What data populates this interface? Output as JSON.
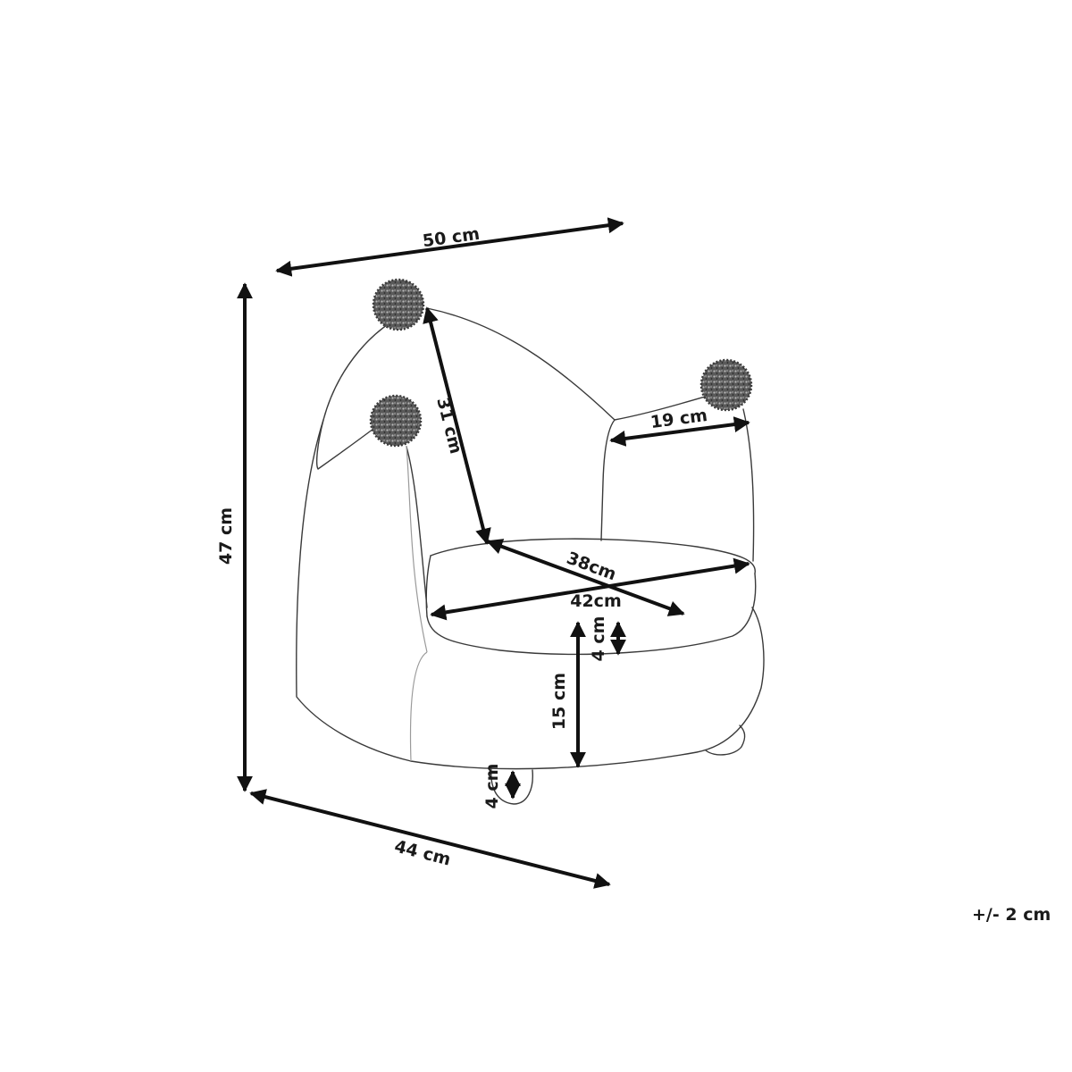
{
  "dimensions": {
    "width_top": "50 cm",
    "height_total": "47 cm",
    "depth_bottom": "44 cm",
    "back_height": "31 cm",
    "arm_width": "19 cm",
    "seat_depth": "38cm",
    "seat_width": "42cm",
    "cushion_height": "4 cm",
    "seat_height": "15 cm",
    "leg_height": "4 cm"
  },
  "tolerance": "+/- 2 cm",
  "colors": {
    "line": "#111111",
    "outline": "#3a3a3a",
    "pompom": "#4a4a4a"
  },
  "icons": [
    "pompom-icon"
  ]
}
